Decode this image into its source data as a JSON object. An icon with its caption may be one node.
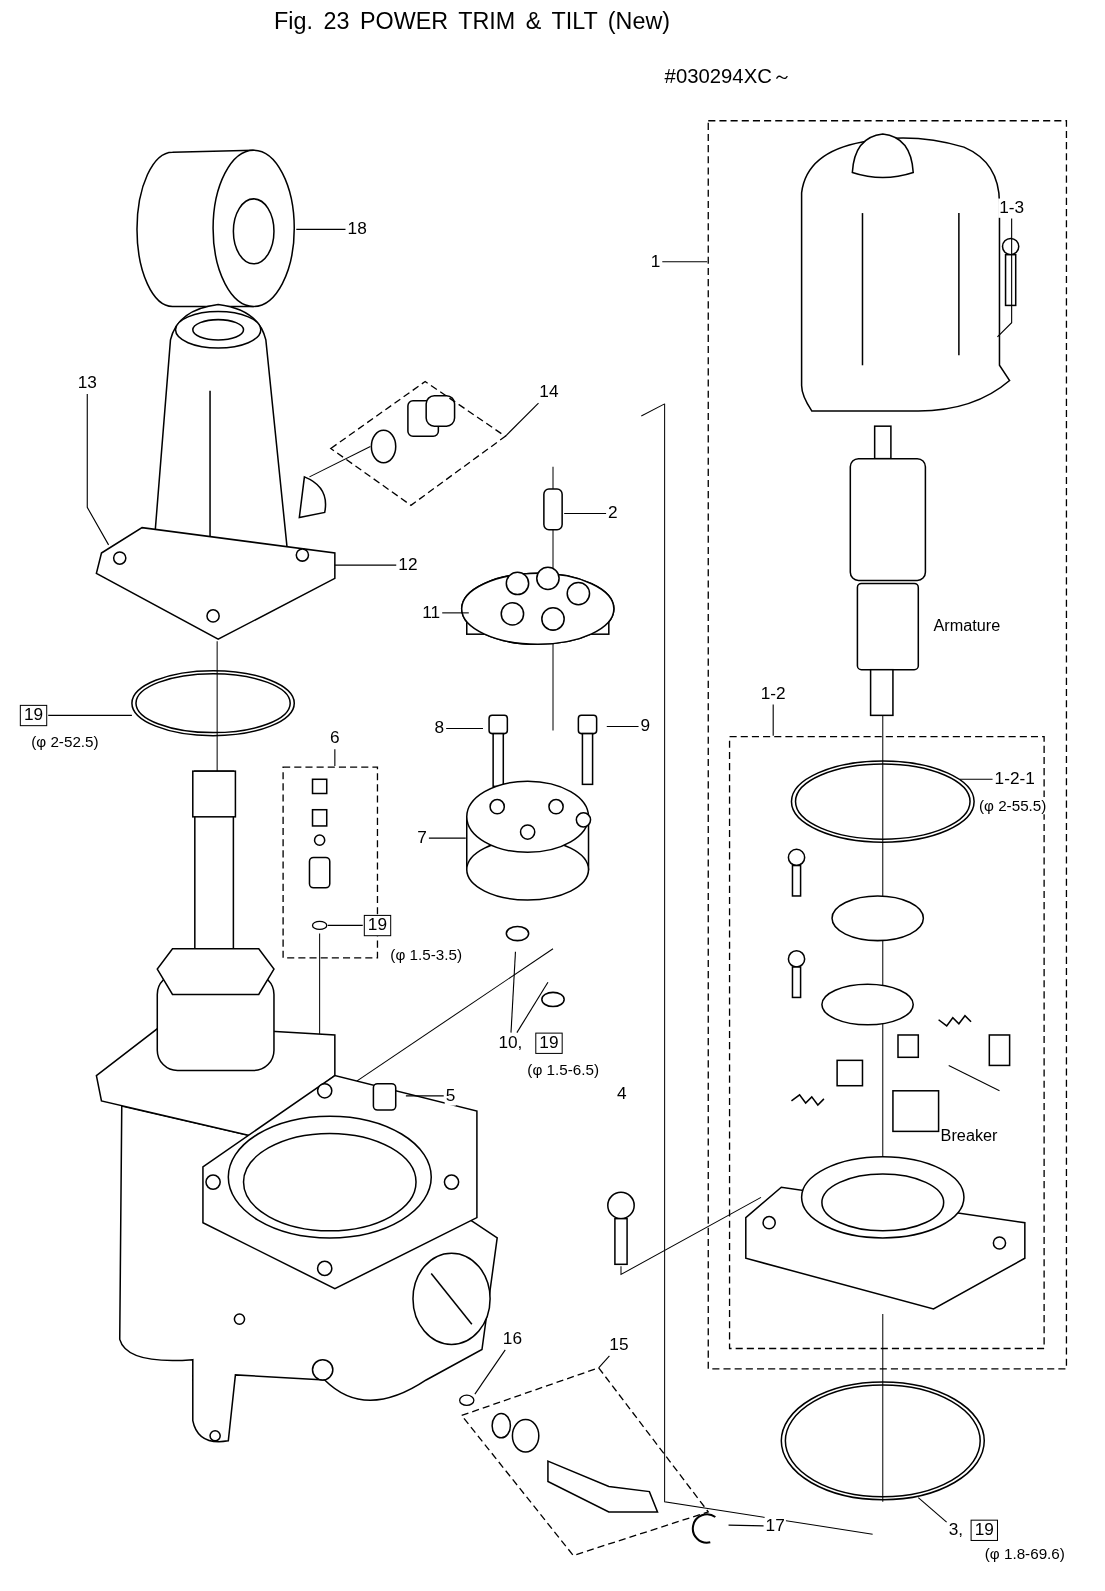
{
  "diagram": {
    "title": "Fig. 23 POWER TRIM & TILT (New)",
    "nodes": [
      {
        "text": [],
        "shape": "box"
      },
      {
        "text": [],
        "shape": "box",
        "in": 0
      },
      {
        "text": [],
        "shape": "diamond"
      },
      {
        "text": [],
        "shape": "box"
      },
      {
        "text": [],
        "shape": "box"
      },
      {
        "text": [
          "1"
        ]
      },
      {
        "text": [
          "1-3"
        ],
        "in": 0
      },
      {
        "text": [
          "1-2"
        ],
        "in": 0
      },
      {
        "text": [
          "1-2-1"
        ],
        "in": 1,
        "beside": [
          "(φ 2-55.5)"
        ]
      },
      {
        "text": [
          "18"
        ]
      },
      {
        "text": [
          "13"
        ]
      },
      {
        "text": [
          "14"
        ]
      },
      {
        "text": [
          "2"
        ]
      },
      {
        "text": [
          "12"
        ]
      },
      {
        "text": [
          "11"
        ]
      },
      {
        "text": [
          "19"
        ],
        "beside": [
          "(φ 2-52.5)"
        ]
      },
      {
        "text": [
          "8"
        ]
      },
      {
        "text": [
          "9"
        ]
      },
      {
        "text": [
          "6"
        ]
      },
      {
        "text": [
          "7"
        ]
      },
      {
        "text": [
          "19"
        ],
        "beside": [
          "(φ 1.5-3.5)"
        ]
      },
      {
        "text": [
          "10,"
        ]
      },
      {
        "text": [
          "19"
        ],
        "beside": [
          "(φ 1.5-6.5)"
        ]
      },
      {
        "text": [
          "5"
        ]
      },
      {
        "text": [
          "16"
        ]
      },
      {
        "text": [
          "15"
        ]
      },
      {
        "text": [
          "17"
        ]
      },
      {
        "text": [
          "3,"
        ]
      },
      {
        "text": [
          "19"
        ],
        "beside": [
          "(φ 1.8-69.6)"
        ]
      },
      {
        "text": [],
        "shape": "circle",
        "in": 3
      },
      {
        "text": [],
        "shape": "circle"
      }
    ],
    "edges": [
      {
        "from": 5,
        "to": 0,
        "arrow": "none"
      },
      {
        "from": 6,
        "to": null,
        "arrow": "none"
      },
      {
        "from": 7,
        "to": 1,
        "arrow": "none"
      },
      {
        "from": 8,
        "to": null,
        "arrow": "none"
      },
      {
        "from": 9,
        "to": null,
        "arrow": "none"
      },
      {
        "from": 10,
        "to": null,
        "arrow": "none"
      },
      {
        "from": 11,
        "to": 2,
        "arrow": "none"
      },
      {
        "from": 12,
        "to": null,
        "arrow": "none"
      },
      {
        "from": 13,
        "to": null,
        "arrow": "none"
      },
      {
        "from": 14,
        "to": null,
        "arrow": "none"
      },
      {
        "from": 15,
        "to": null,
        "arrow": "none"
      },
      {
        "from": 16,
        "to": null,
        "arrow": "none"
      },
      {
        "from": 17,
        "to": null,
        "arrow": "none"
      },
      {
        "from": 18,
        "to": 3,
        "arrow": "none"
      },
      {
        "from": 19,
        "to": null,
        "arrow": "none"
      },
      {
        "from": 20,
        "to": 29,
        "arrow": "none"
      },
      {
        "from": 21,
        "to": null,
        "arrow": "none"
      },
      {
        "from": 21,
        "to": null,
        "arrow": "none"
      },
      {
        "from": 23,
        "to": null,
        "arrow": "none"
      },
      {
        "from": 24,
        "to": 30,
        "arrow": "none"
      },
      {
        "from": 25,
        "to": 4,
        "arrow": "none"
      },
      {
        "from": 26,
        "to": null,
        "arrow": "none"
      },
      {
        "from": 27,
        "to": null,
        "arrow": "none"
      }
    ],
    "labels": [
      "#030294XC～",
      "Armature",
      "Breaker",
      "4"
    ]
  }
}
